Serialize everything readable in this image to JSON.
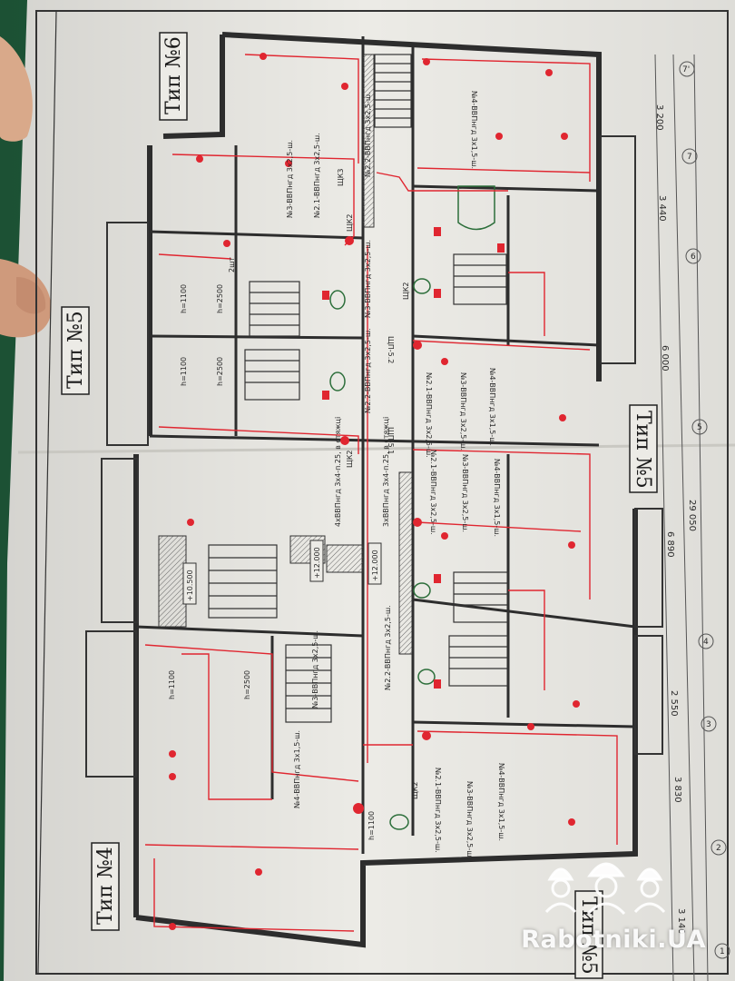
{
  "sheet": {
    "type_labels": [
      "Тип №6",
      "Тип №5",
      "Тип №5",
      "Тип №4",
      "Тип №5"
    ],
    "cable_labels": [
      "№2.2-ВВПнгд 3х2,5-ш.",
      "№4-ВВПнгд 3х1,5-ш.",
      "№3-ВВПнгд 3х2,5-ш.",
      "№2.1-ВВПнгд 3х2,5-ш.",
      "№3-ВВПнгд 3х2,5-ш.",
      "№2.2-ВВПнгд 3х2,5-ш.",
      "№2.1-ВВПнгд 3х2,5-ш.",
      "№3-ВВПнгд 3х2,5-ш.",
      "№4-ВВПнгд 3х1,5-ш.",
      "№2.1-ВВПнгд 3х2,5-ш.",
      "№3-ВВПнгд 3х2,5-ш.",
      "№4-ВВПнгд 3х1,5-ш.",
      "4хВВПнгд 3х4-п.25, в стяжці",
      "3хВВПнгд 3х4-п.25, в стяжці",
      "№2.2-ВВПнгд 3х2,5-ш.",
      "№3-ВВПнгд 3х2,5-ш.",
      "№4-ВВПнгд 3х1,5-ш.",
      "№2.1-ВВПнгд 3х2,5-ш.",
      "№3-ВВПнгд 3х2,5-ш.",
      "№4-ВВПнгд 3х1,5-ш."
    ],
    "panel_labels": [
      "ЩК3",
      "ЩК2",
      "ЩК2",
      "ЩК2",
      "ЩП-5.1",
      "ЩП-5.2",
      "ЩК2"
    ],
    "height_notes": [
      "h=1100",
      "h=2500",
      "h=1100",
      "h=2500",
      "h=1100",
      "h=2500",
      "h=1100",
      "2шт"
    ],
    "elevations": [
      "+10.500",
      "+12.000",
      "+12.000"
    ],
    "dimensions": [
      "3 140",
      "3 830",
      "2 550",
      "6 890",
      "6 000",
      "3 440",
      "3 200",
      "29 050"
    ],
    "axis_numbers": [
      "1",
      "2",
      "3",
      "4",
      "5",
      "6",
      "7",
      "7'"
    ]
  },
  "watermark": {
    "text": "Rabotniki.UA"
  },
  "colors": {
    "paper": "#eeeeea",
    "linework": "#333333",
    "wiring": "#e02630",
    "background": "#1f5a3a"
  }
}
